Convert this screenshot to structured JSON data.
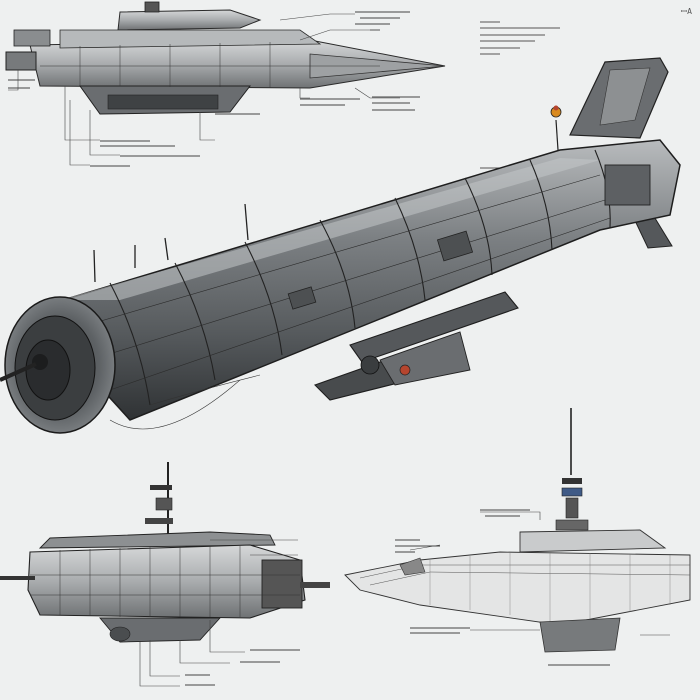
{
  "sheet": {
    "background": "#eef0f0",
    "ink": "#2a2a2a",
    "hull": "#6b6e70",
    "hull_dark": "#3e4143",
    "hull_light": "#9a9d9f",
    "accent_red": "#b5452e",
    "accent_amber": "#d98a1e",
    "accent_blue": "#3f5a86",
    "corner_mark": "ꟷA"
  },
  "views": [
    {
      "name": "top-left-side-profile",
      "kind": "craft-profile"
    },
    {
      "name": "main-perspective-view",
      "kind": "cylindrical-hull"
    },
    {
      "name": "bottom-left-side-view",
      "kind": "submarine-side"
    },
    {
      "name": "bottom-right-hull-drawing",
      "kind": "hull-linework"
    }
  ],
  "annotations_legible": false
}
